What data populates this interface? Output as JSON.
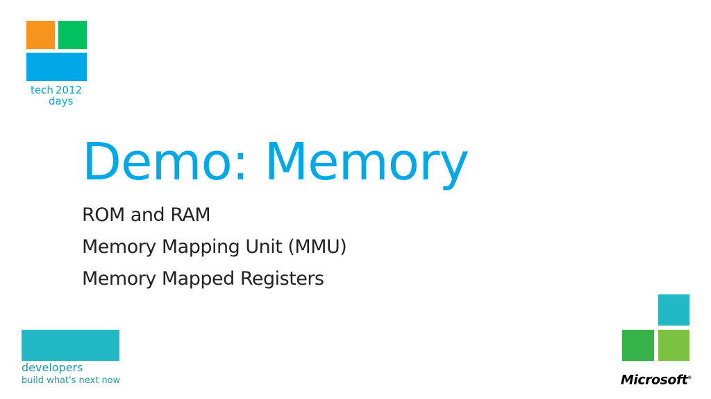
{
  "branding": {
    "techdays_tech": "tech",
    "techdays_year": "2012",
    "techdays_days": "days",
    "developers_title": "developers",
    "developers_tagline": "build what's next now",
    "microsoft_logo": "Microsoft",
    "microsoft_mark": "®"
  },
  "slide": {
    "title": "Demo: Memory",
    "bullets": [
      "ROM and RAM",
      "Memory Mapping Unit (MMU)",
      "Memory Mapped Registers"
    ]
  },
  "colors": {
    "accent_blue": "#00a8e8",
    "orange": "#f7941d",
    "green": "#00c060",
    "teal": "#22b8c4",
    "dark_green": "#36b24a",
    "lime": "#7cc242"
  }
}
